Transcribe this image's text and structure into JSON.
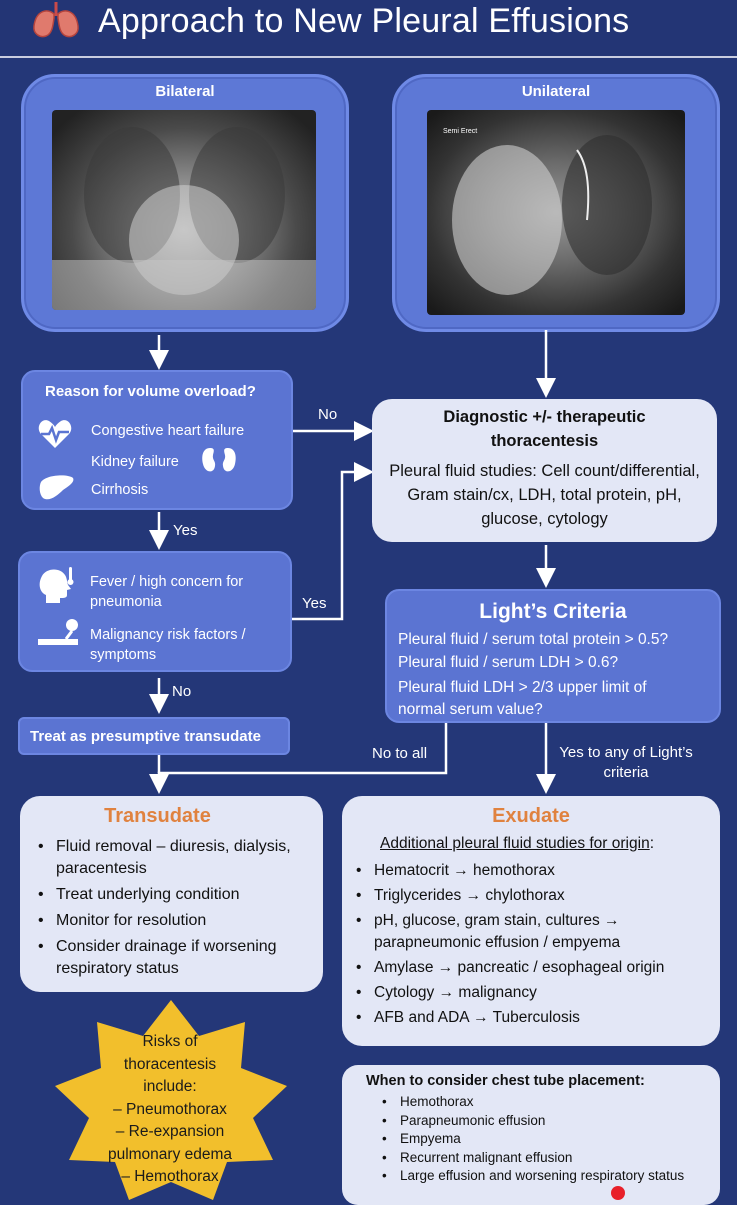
{
  "header": {
    "title": "Approach to New Pleural Effusions"
  },
  "xrays": {
    "bilateral_label": "Bilateral",
    "unilateral_label": "Unilateral",
    "unilateral_marker": "Semi Erect"
  },
  "volume_overload": {
    "title": "Reason for volume overload?",
    "items": [
      "Congestive heart failure",
      "Kidney failure",
      "Cirrhosis"
    ]
  },
  "concerns": {
    "items": [
      "Fever / high concern for pneumonia",
      "Malignancy risk factors / symptoms"
    ]
  },
  "edges": {
    "no1": "No",
    "yes1": "Yes",
    "yes2": "Yes",
    "no2": "No",
    "no_to_all": "No to all",
    "yes_to_any": "Yes to any of Light’s criteria"
  },
  "presumptive": {
    "label": "Treat as presumptive transudate"
  },
  "thoracentesis": {
    "title": "Diagnostic +/- therapeutic thoracentesis",
    "studies": "Pleural fluid studies: Cell count/differential, Gram stain/cx, LDH, total protein, pH, glucose, cytology"
  },
  "lights": {
    "title": "Light’s Criteria",
    "criteria": [
      "Pleural fluid / serum total protein > 0.5?",
      "Pleural fluid / serum LDH > 0.6?",
      "Pleural fluid LDH > 2/3 upper limit of normal serum value?"
    ]
  },
  "transudate": {
    "title": "Transudate",
    "items": [
      "Fluid removal – diuresis, dialysis, paracentesis",
      "Treat underlying condition",
      "Monitor for resolution",
      "Consider drainage if worsening respiratory status"
    ]
  },
  "exudate": {
    "title": "Exudate",
    "subtitle": "Additional pleural fluid studies for origin",
    "items": [
      "Hematocrit → hemothorax",
      "Triglycerides → chylothorax",
      "pH, glucose, gram stain, cultures → parapneumonic effusion / empyema",
      "Amylase → pancreatic / esophageal origin",
      "Cytology → malignancy",
      "AFB and ADA → Tuberculosis"
    ]
  },
  "risks": {
    "lines": [
      "Risks of",
      "thoracentesis",
      "include:",
      "– Pneumothorax",
      "– Re-expansion",
      "pulmonary edema",
      "– Hemothorax"
    ]
  },
  "chest_tube": {
    "title": "When to consider chest tube placement",
    "items": [
      "Hemothorax",
      "Parapneumonic effusion",
      "Empyema",
      "Recurrent malignant effusion",
      "Large effusion and worsening respiratory status"
    ]
  },
  "colors": {
    "background": "#243778",
    "box_blue": "#5b74d2",
    "box_white": "#e3e7f6",
    "accent_orange": "#e0823f",
    "star_yellow": "#f2bf2c"
  }
}
